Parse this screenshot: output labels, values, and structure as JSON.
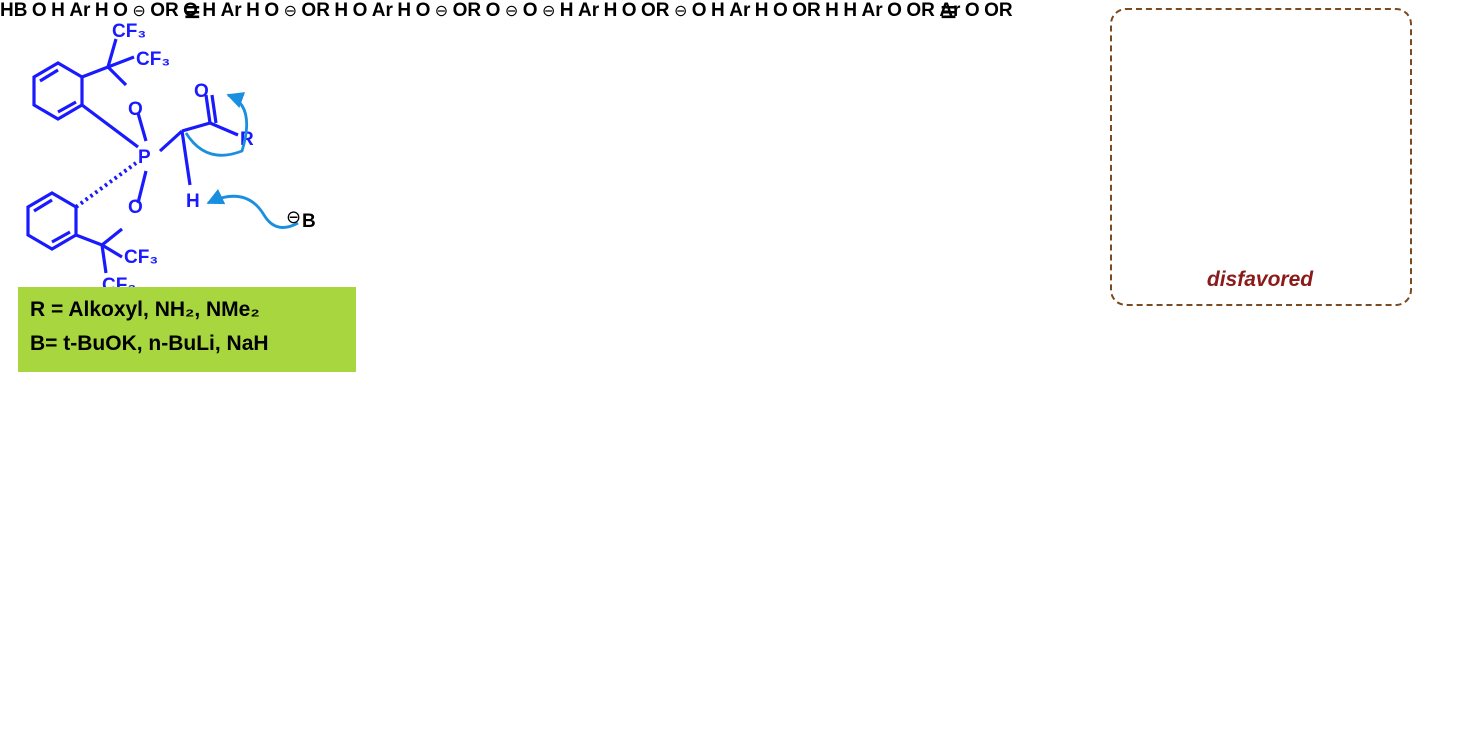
{
  "conditions": {
    "line1": "R = Alkoxyl, NH₂, NMe₂",
    "line2": "B= t-BuOK, n-BuLi, NaH"
  },
  "disfavored_label": "disfavored",
  "reagents": {
    "byproduct": "HB",
    "base": "B"
  },
  "atoms": {
    "cf3": "CF₃",
    "phosphorus": "P",
    "oxygen": "O",
    "hydrogen": "H",
    "aryl": "Ar",
    "ester": "OR",
    "r_group": "R",
    "anion": "⊖"
  },
  "equivalence_symbol": "≡",
  "colors": {
    "structure": "#1a1aff",
    "new_bond": "#e01010",
    "arrow": "#1a8fe0",
    "highlight": "#f4a6c8",
    "conditions_bg": "#a7d63f",
    "disfavored_text": "#8b1a1a",
    "disfavored_border": "#7a4a20"
  }
}
